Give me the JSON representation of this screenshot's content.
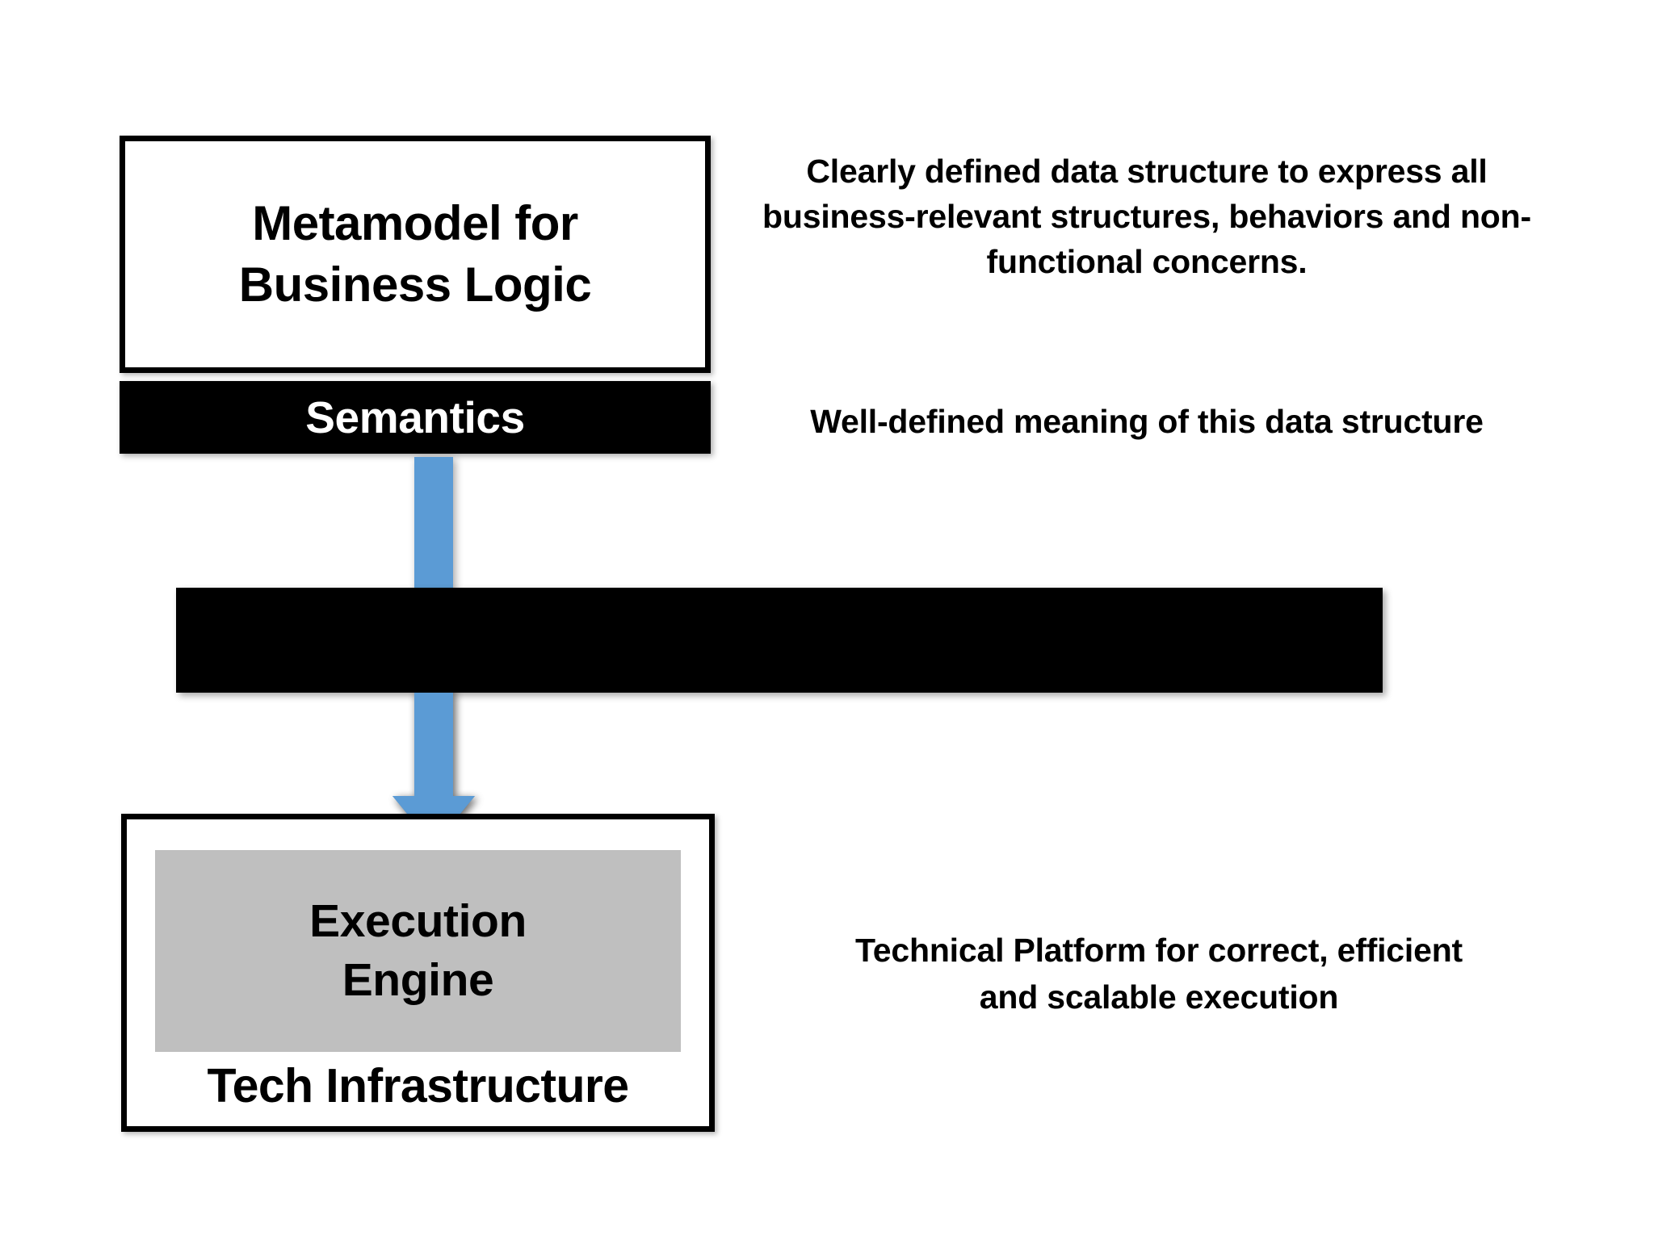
{
  "diagram": {
    "title": "Metamodel / Execution Engine layered architecture",
    "colors": {
      "arrow_blue": "#5B9BD5",
      "engine_gray": "#BFBFBF",
      "bar_black": "#000000",
      "background": "#FFFFFF",
      "semantics_text": "#FFFFFF"
    },
    "top_layer": {
      "box_title_line1": "Metamodel for",
      "box_title_line2": "Business Logic",
      "band_label": "Semantics",
      "note_box": "Clearly defined data structure to express all business-relevant structures, behaviors and non-functional concerns.",
      "note_band": "Well-defined meaning of this data structure"
    },
    "middle_layer": {
      "bar_label": ""
    },
    "bottom_layer": {
      "engine_line1": "Execution",
      "engine_line2": "Engine",
      "box_label": "Tech Infrastructure",
      "note_box": "Technical Platform for correct,  efficient\nand scalable execution"
    },
    "connector": {
      "name": "down-arrow",
      "direction": "down",
      "from": "Semantics",
      "to": "Execution Engine"
    }
  }
}
